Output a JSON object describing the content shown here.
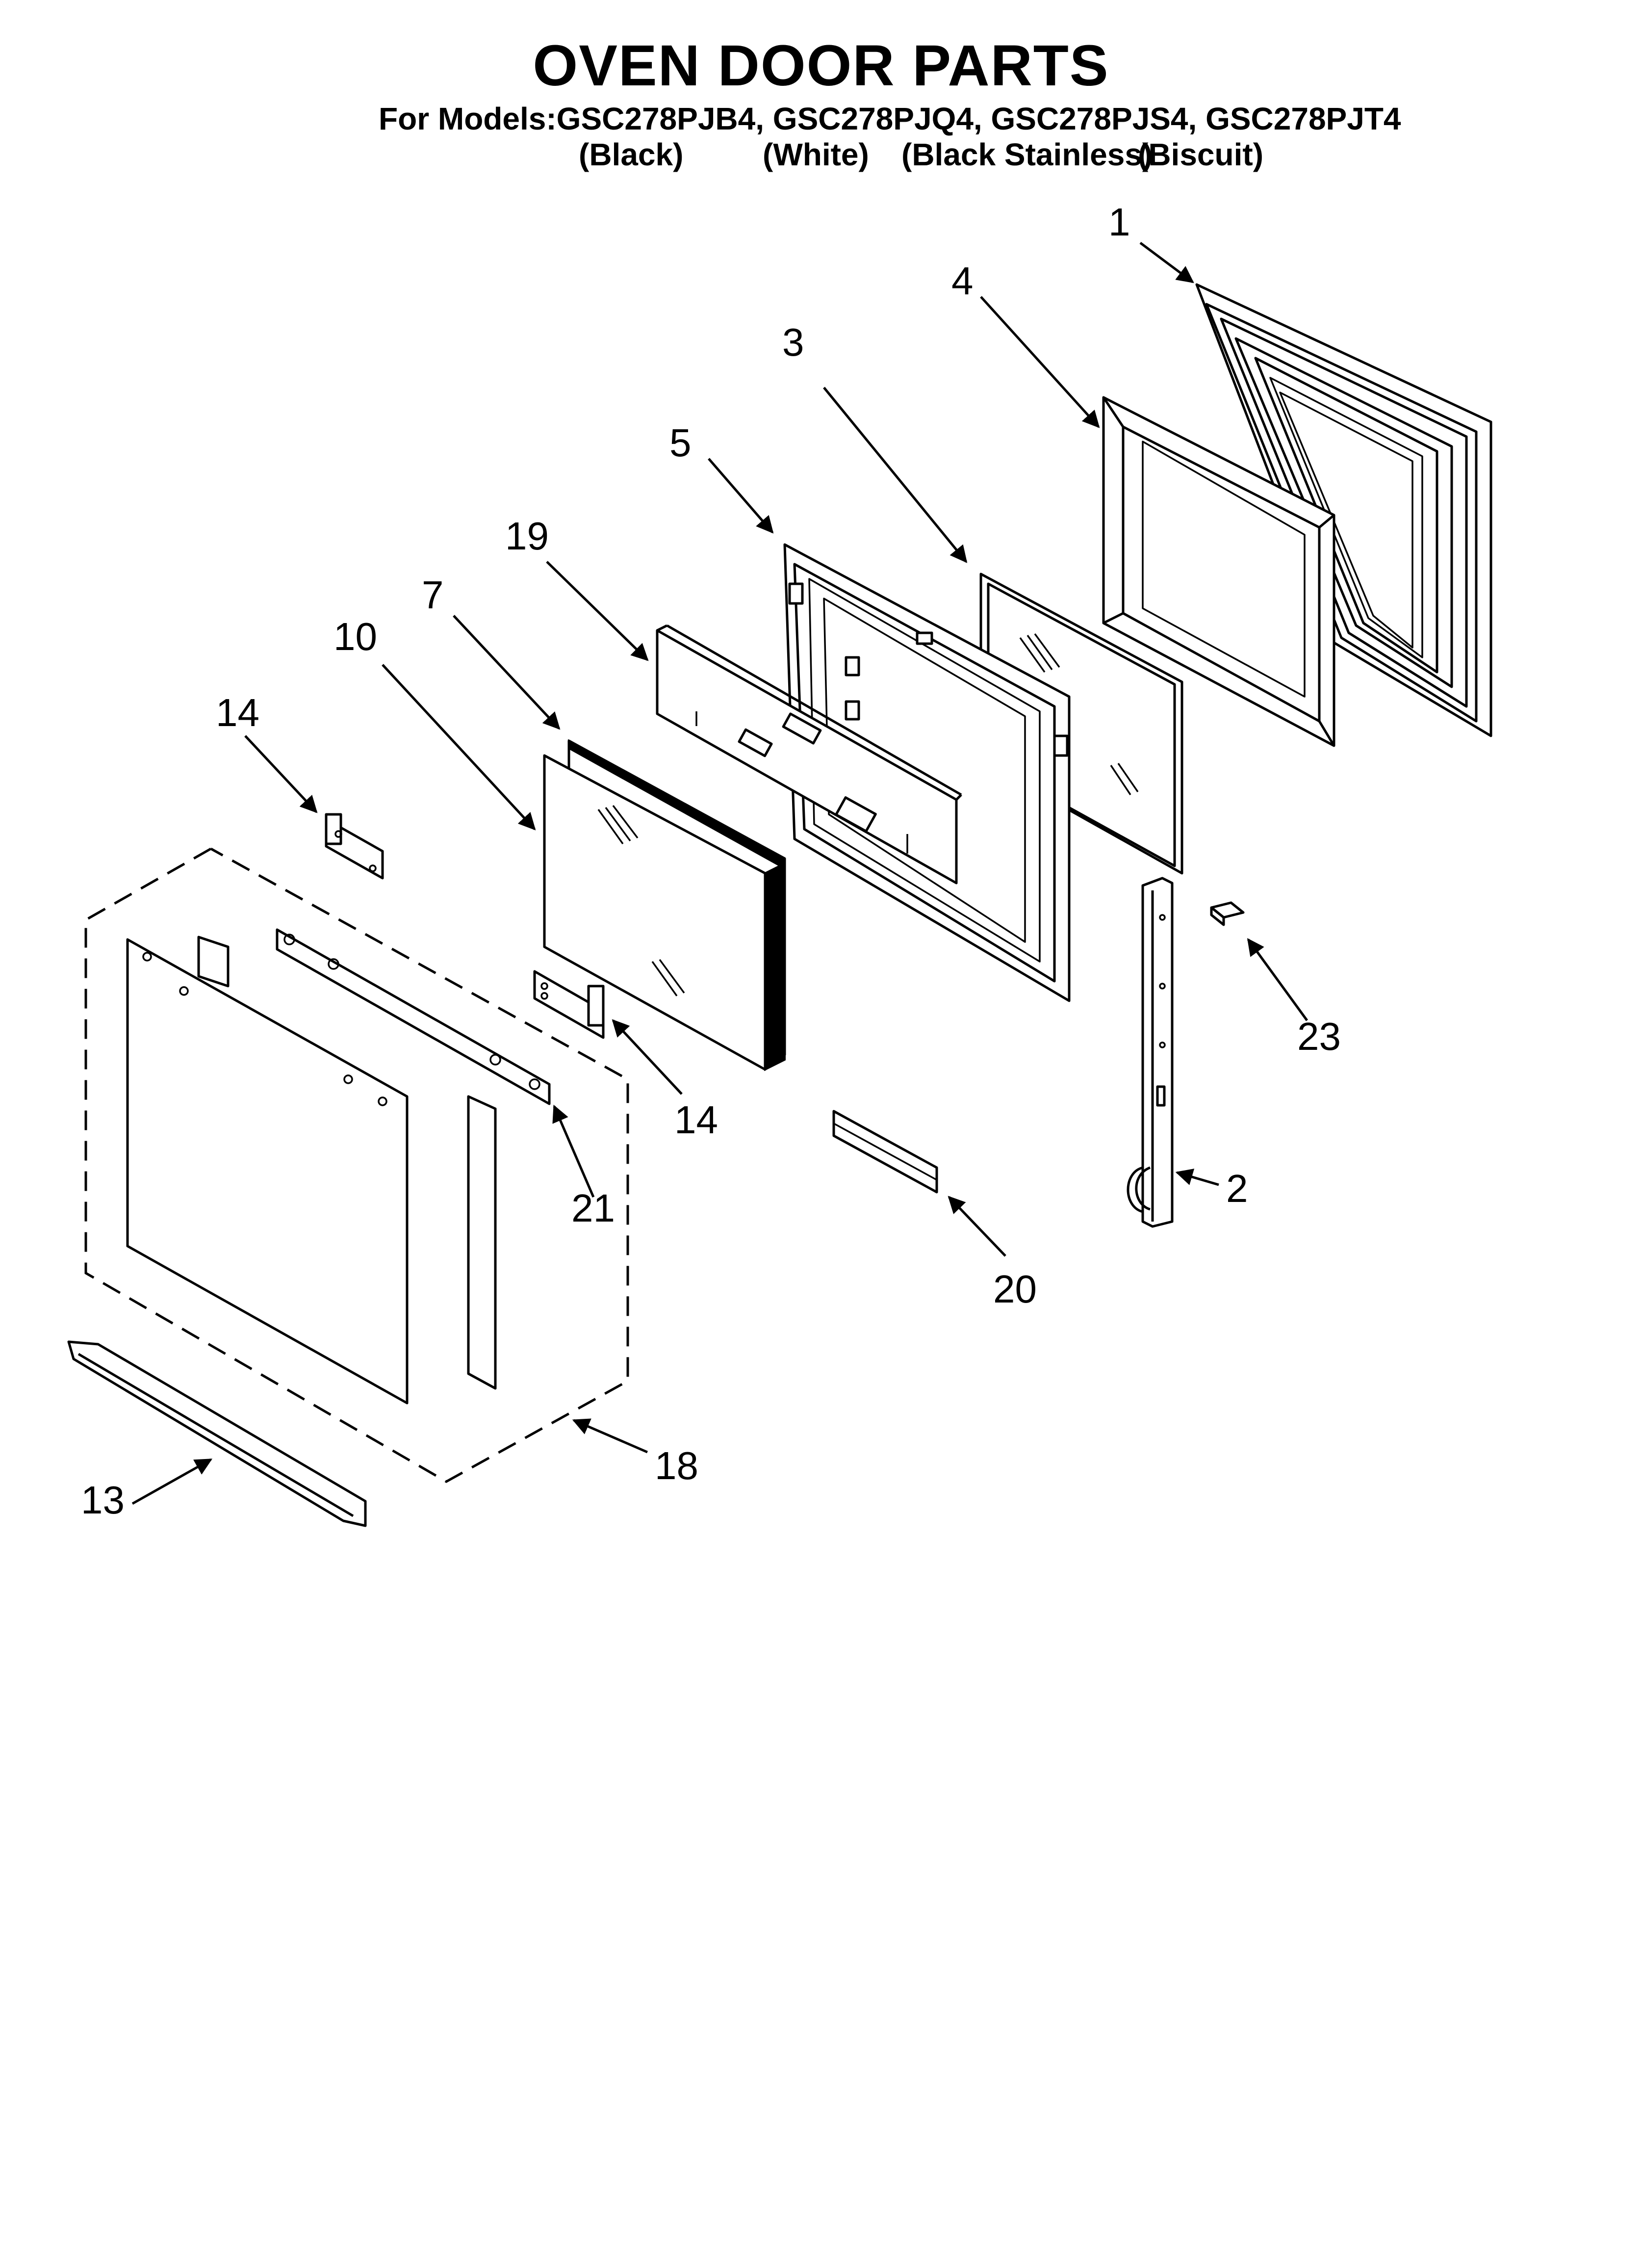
{
  "header": {
    "title": "OVEN DOOR PARTS",
    "models": "For Models:GSC278PJB4, GSC278PJQ4, GSC278PJS4, GSC278PJT4",
    "variants": [
      "(Black)",
      "(White)",
      "(Black Stainless)",
      "(Biscuit)"
    ]
  },
  "callouts": {
    "c1": "1",
    "c2": "2",
    "c3": "3",
    "c4": "4",
    "c5": "5",
    "c7": "7",
    "c10": "10",
    "c13": "13",
    "c14a": "14",
    "c14b": "14",
    "c18": "18",
    "c19": "19",
    "c20": "20",
    "c21": "21",
    "c23": "23"
  },
  "colors": {
    "ink": "#000000",
    "paper": "#ffffff"
  }
}
